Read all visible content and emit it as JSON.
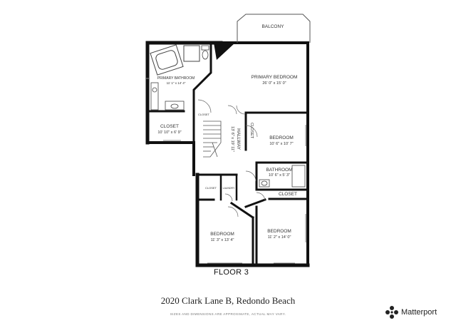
{
  "rooms": {
    "balcony": {
      "name": "BALCONY"
    },
    "primary_bedroom": {
      "name": "PRIMARY BEDROOM",
      "dims": "26' 0\" x 15' 0\""
    },
    "primary_bathroom": {
      "name": "PRIMARY BATHROOM",
      "dims": "11' 1\" x 14' 4\""
    },
    "closet_primary": {
      "name": "CLOSET",
      "dims": "10' 10\" x 6' 9\""
    },
    "closet_small": {
      "name": "CLOSET"
    },
    "hallway": {
      "name": "HALLWAY",
      "dims": "13' 6\" x 19' 11\""
    },
    "closet_hall": {
      "name": "CLOSET"
    },
    "bedroom_ne": {
      "name": "BEDROOM",
      "dims": "10' 6\" x 10' 7\""
    },
    "bathroom": {
      "name": "BATHROOM",
      "dims": "10' 6\" x 5' 3\""
    },
    "closet_bath": {
      "name": "CLOSET"
    },
    "closet_sw": {
      "name": "CLOSET"
    },
    "laundry": {
      "name": "LAUNDRY"
    },
    "bedroom_sw": {
      "name": "BEDROOM",
      "dims": "11' 3\" x 13' 4\""
    },
    "bedroom_se": {
      "name": "BEDROOM",
      "dims": "11' 2\" x 14' 0\""
    }
  },
  "floor_label": "FLOOR 3",
  "address": "2020 Clark Lane B, Redondo Beach",
  "disclaimer": "SIZES AND DIMENSIONS ARE APPROXIMATE, ACTUAL MAY VARY.",
  "brand": {
    "name": "Matterport",
    "icon": "matterport-logo-icon"
  },
  "colors": {
    "wall": "#111111",
    "line": "#555555",
    "text": "#333333"
  }
}
